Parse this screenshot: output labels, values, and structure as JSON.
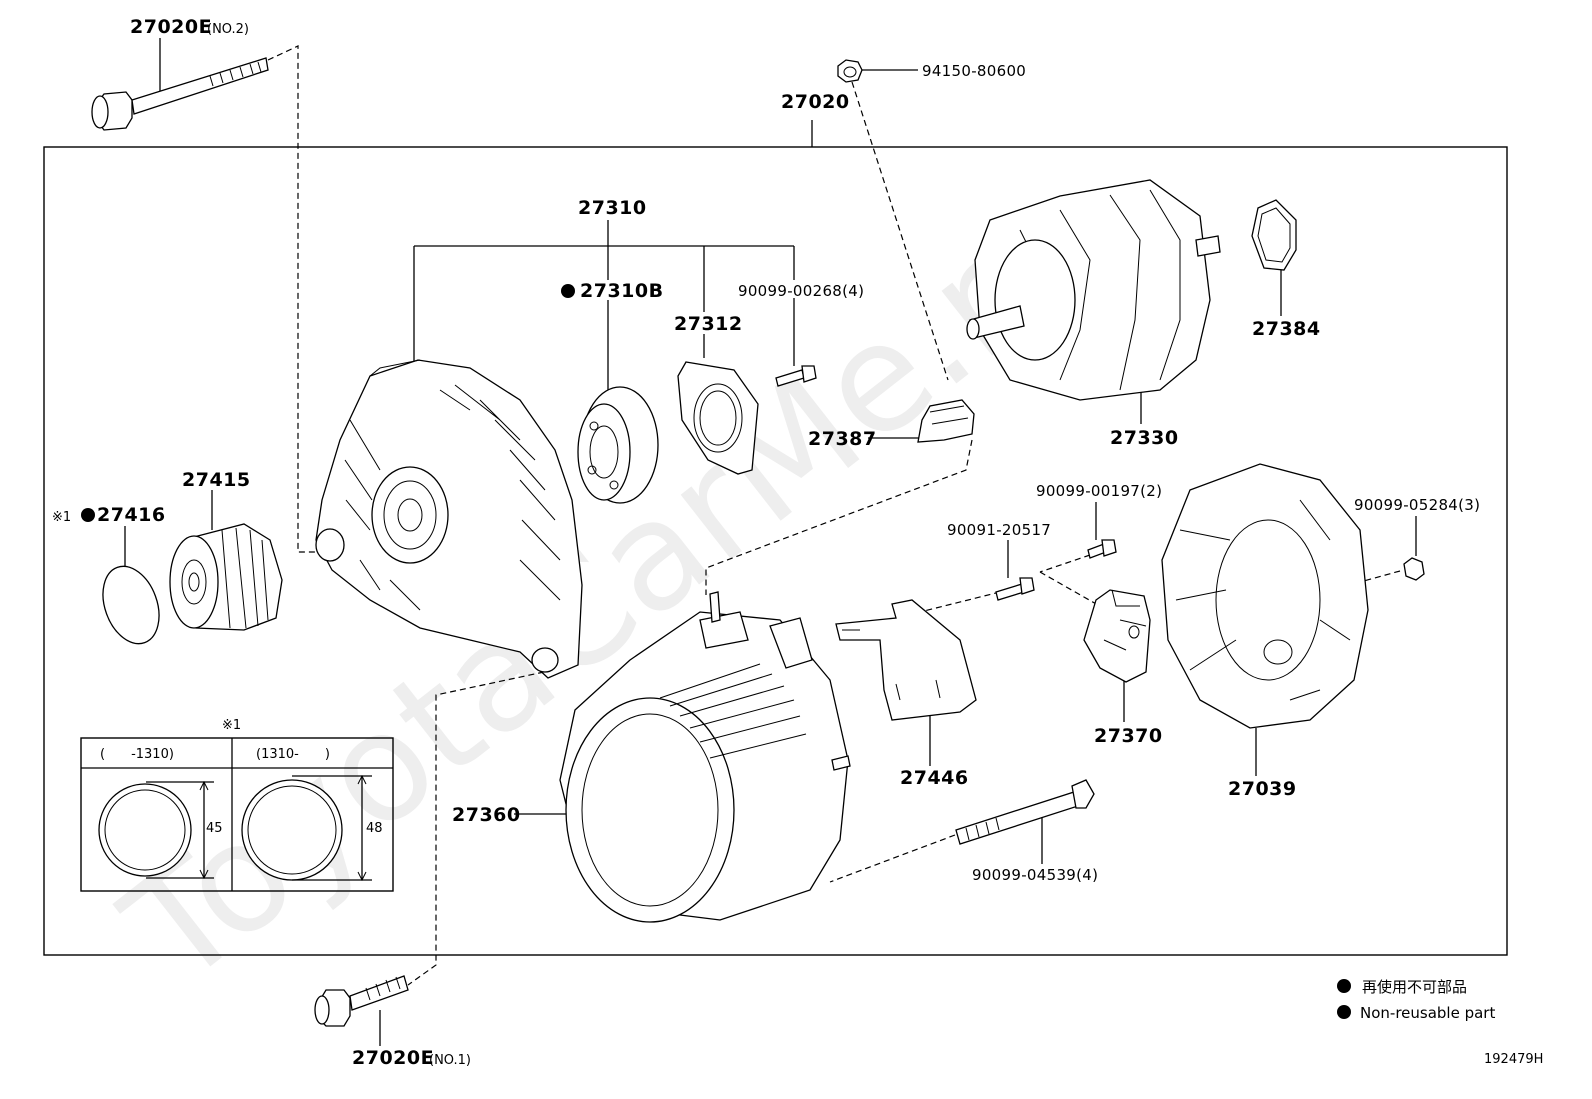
{
  "watermark": "ToyotaCarMe.ru",
  "diagram_id": "192479H",
  "parts": {
    "bolt_no2": {
      "number": "27020E",
      "qualifier": "(NO.2)"
    },
    "bolt_no1": {
      "number": "27020E",
      "qualifier": "(NO.1)"
    },
    "alternator_assy": "27020",
    "nut_top": "94150-80600",
    "frame_drive_end": "27310",
    "bearing": "27310B",
    "retainer": "27312",
    "retainer_screw": "90099-00268(4)",
    "terminal_insulator": "27387",
    "rotor": "27330",
    "rear_insulator": "27384",
    "pulley": "27415",
    "pulley_cap": "27416",
    "stator": "27360",
    "plate": "27446",
    "screw_plate": "90091-20517",
    "screw_regulator": "90099-00197(2)",
    "regulator": "27370",
    "rear_cover": "27039",
    "cover_nut": "90099-05284(3)",
    "through_bolt": "90099-04539(4)"
  },
  "note_mark": "※1",
  "cap_table": {
    "title": "※1",
    "columns": [
      {
        "header": "(　　-1310)",
        "dimension": "45"
      },
      {
        "header": "(1310-　　)",
        "dimension": "48"
      }
    ]
  },
  "legend": {
    "marker": "●",
    "lines": [
      "再使用不可部品",
      "Non-reusable part"
    ]
  }
}
